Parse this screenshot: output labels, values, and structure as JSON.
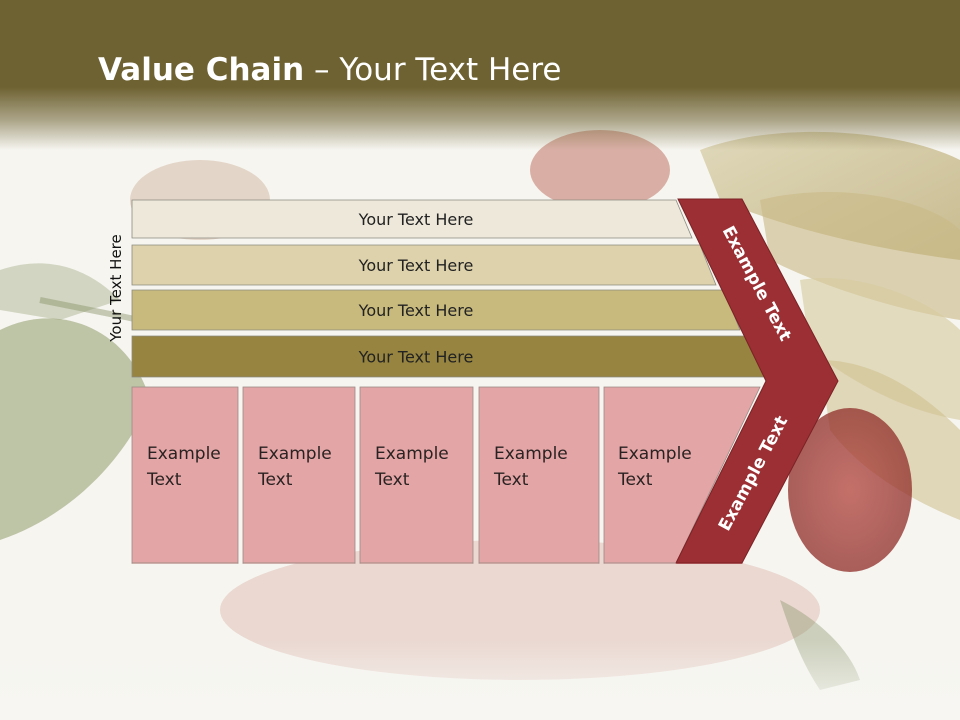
{
  "title": {
    "bold": "Value Chain",
    "rest": " – Your Text Here"
  },
  "side_label": "Your Text Here",
  "support_rows": [
    {
      "label": "Your Text Here",
      "color": "#ede8da"
    },
    {
      "label": "Your Text Here",
      "color": "#ddd2ab"
    },
    {
      "label": "Your Text Here",
      "color": "#c8ba7d"
    },
    {
      "label": "Your Text Here",
      "color": "#968440"
    }
  ],
  "primary_boxes": [
    {
      "line1": "Example",
      "line2": "Text"
    },
    {
      "line1": "Example",
      "line2": "Text"
    },
    {
      "line1": "Example",
      "line2": "Text"
    },
    {
      "line1": "Example",
      "line2": "Text"
    },
    {
      "line1": "Example",
      "line2": "Text"
    }
  ],
  "chevron": {
    "upper": "Example Text",
    "lower": "Example Text"
  },
  "colors": {
    "header": "#6e6232",
    "box": "#e3a5a5",
    "chevron": "#9c2f33"
  }
}
